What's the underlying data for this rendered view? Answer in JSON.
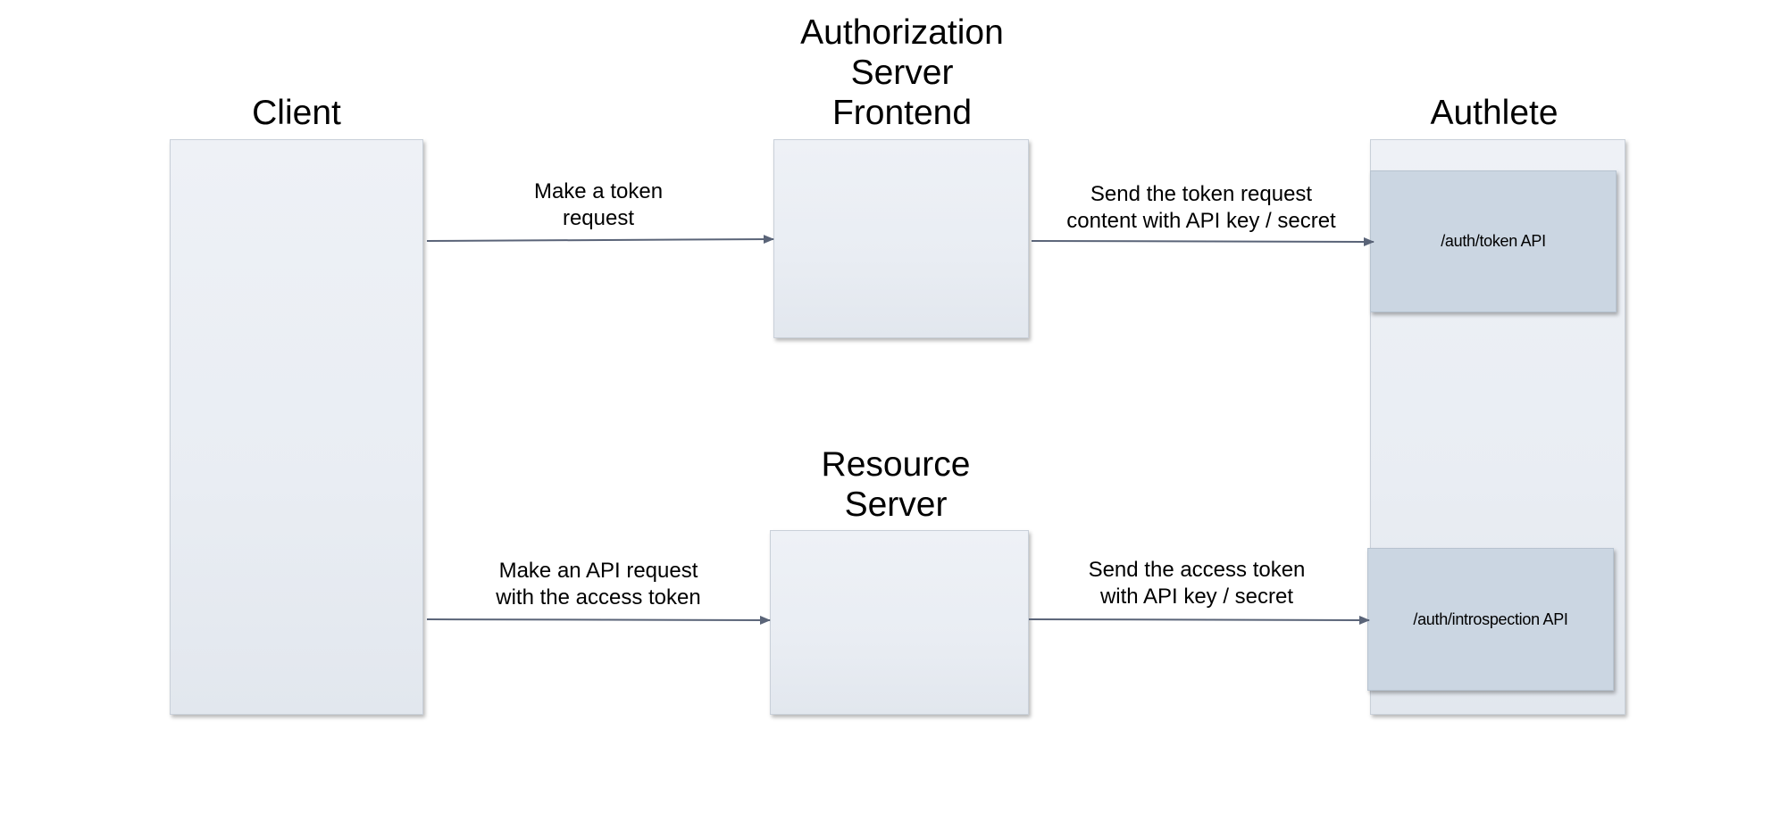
{
  "headings": {
    "client": "Client",
    "auth_server_line1": "Authorization",
    "auth_server_line2": "Server",
    "auth_server_line3": "Frontend",
    "resource_server_line1": "Resource",
    "resource_server_line2": "Server",
    "authlete": "Authlete"
  },
  "apis": {
    "token": "/auth/token API",
    "introspection": "/auth/introspection API"
  },
  "arrows": {
    "token_request_line1": "Make a token",
    "token_request_line2": "request",
    "send_token_line1": "Send the token request",
    "send_token_line2": "content with API key / secret",
    "api_request_line1": "Make an API request",
    "api_request_line2": "with the access token",
    "send_access_line1": "Send the access token",
    "send_access_line2": "with API key / secret"
  },
  "colors": {
    "box": "#e9edf3",
    "api_box": "#cbd6e2",
    "arrow": "#5a6478"
  }
}
